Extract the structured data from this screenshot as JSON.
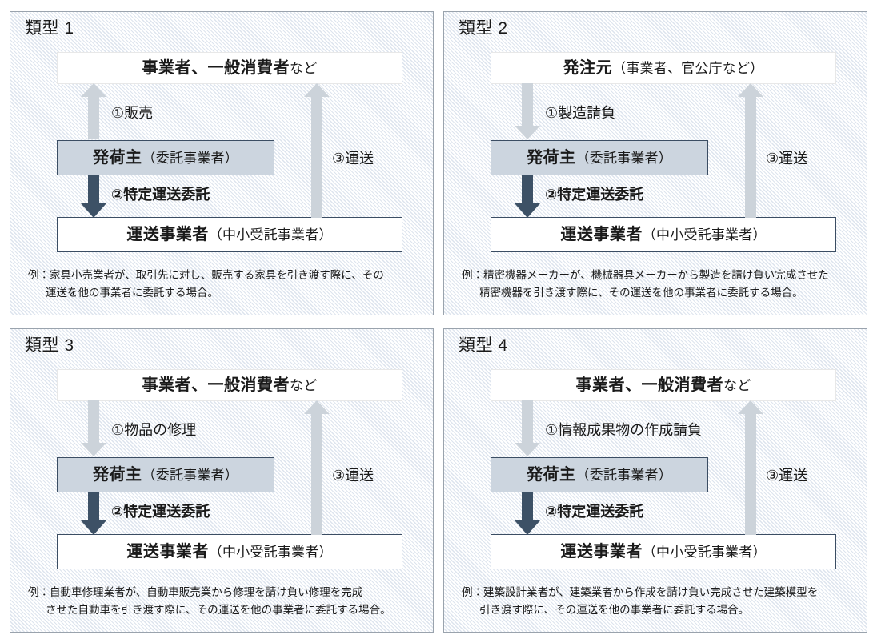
{
  "colors": {
    "hatch_line": "#dde4ee",
    "panel_border": "#9aa3ad",
    "node_border_dark": "#3b4d63",
    "node_mid_fill": "#ccd5df",
    "arrow_light": "#ccd3da",
    "arrow_dark": "#3d5166",
    "text": "#1a1a1a"
  },
  "common": {
    "node_mid_strong": "発荷主",
    "node_mid_sub": "（委託事業者）",
    "node_bottom_strong": "運送事業者",
    "node_bottom_sub": "（中小受託事業者）",
    "label_2": "②特定運送委託",
    "label_3": "③運送"
  },
  "panels": [
    {
      "title": "類型 1",
      "top_strong": "事業者、一般消費者",
      "top_sub": "など",
      "mid_strong": "発荷主",
      "mid_sub": "（委託事業者）",
      "bottom_strong": "運送事業者",
      "bottom_sub": "（中小受託事業者）",
      "label_1": "①販売",
      "label_2": "②特定運送委託",
      "label_3": "③運送",
      "arrow_1_direction": "up",
      "arrow_2_direction": "down",
      "arrow_3_direction": "up",
      "note_lines": [
        "例：家具小売業者が、取引先に対し、販売する家具を引き渡す際に、その",
        "運送を他の事業者に委託する場合。"
      ]
    },
    {
      "title": "類型 2",
      "top_strong": "発注元",
      "top_sub": "（事業者、官公庁など）",
      "mid_strong": "発荷主",
      "mid_sub": "（委託事業者）",
      "bottom_strong": "運送事業者",
      "bottom_sub": "（中小受託事業者）",
      "label_1": "①製造請負",
      "label_2": "②特定運送委託",
      "label_3": "③運送",
      "arrow_1_direction": "down",
      "arrow_2_direction": "down",
      "arrow_3_direction": "up",
      "note_lines": [
        "例：精密機器メーカーが、機械器具メーカーから製造を請け負い完成させた",
        "精密機器を引き渡す際に、その運送を他の事業者に委託する場合。"
      ]
    },
    {
      "title": "類型 3",
      "top_strong": "事業者、一般消費者",
      "top_sub": "など",
      "mid_strong": "発荷主",
      "mid_sub": "（委託事業者）",
      "bottom_strong": "運送事業者",
      "bottom_sub": "（中小受託事業者）",
      "label_1": "①物品の修理",
      "label_2": "②特定運送委託",
      "label_3": "③運送",
      "arrow_1_direction": "down",
      "arrow_2_direction": "down",
      "arrow_3_direction": "up",
      "note_lines": [
        "例：自動車修理業者が、自動車販売業から修理を請け負い修理を完成",
        "させた自動車を引き渡す際に、その運送を他の事業者に委託する場合。"
      ]
    },
    {
      "title": "類型 4",
      "top_strong": "事業者、一般消費者",
      "top_sub": "など",
      "mid_strong": "発荷主",
      "mid_sub": "（委託事業者）",
      "bottom_strong": "運送事業者",
      "bottom_sub": "（中小受託事業者）",
      "label_1": "①情報成果物の作成請負",
      "label_2": "②特定運送委託",
      "label_3": "③運送",
      "arrow_1_direction": "down",
      "arrow_2_direction": "down",
      "arrow_3_direction": "up",
      "note_lines": [
        "例：建築設計業者が、建築業者から作成を請け負い完成させた建築模型を",
        "引き渡す際に、その運送を他の事業者に委託する場合。"
      ]
    }
  ]
}
